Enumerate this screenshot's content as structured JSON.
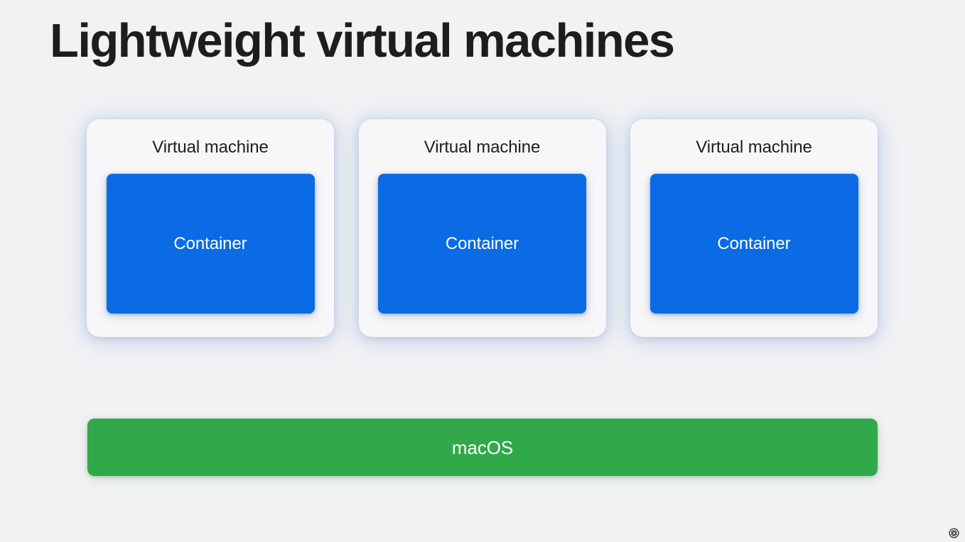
{
  "slide": {
    "title": "Lightweight virtual machines",
    "background_color": "#f2f2f4",
    "title_color": "#1d1d1f"
  },
  "diagram": {
    "virtual_machines": [
      {
        "label": "Virtual machine",
        "container": {
          "label": "Container",
          "color": "#0a6be4",
          "text_color": "#ffffff"
        },
        "card_color": "#f7f7f8"
      },
      {
        "label": "Virtual machine",
        "container": {
          "label": "Container",
          "color": "#0a6be4",
          "text_color": "#ffffff"
        },
        "card_color": "#f7f7f8"
      },
      {
        "label": "Virtual machine",
        "container": {
          "label": "Container",
          "color": "#0a6be4",
          "text_color": "#ffffff"
        },
        "card_color": "#f7f7f8"
      }
    ],
    "host_os": {
      "label": "macOS",
      "color": "#31a94a",
      "text_color": "#ffffff"
    }
  },
  "corner_badge": {
    "icon": "accessibility-badge-icon",
    "color": "#3a3a3c"
  }
}
